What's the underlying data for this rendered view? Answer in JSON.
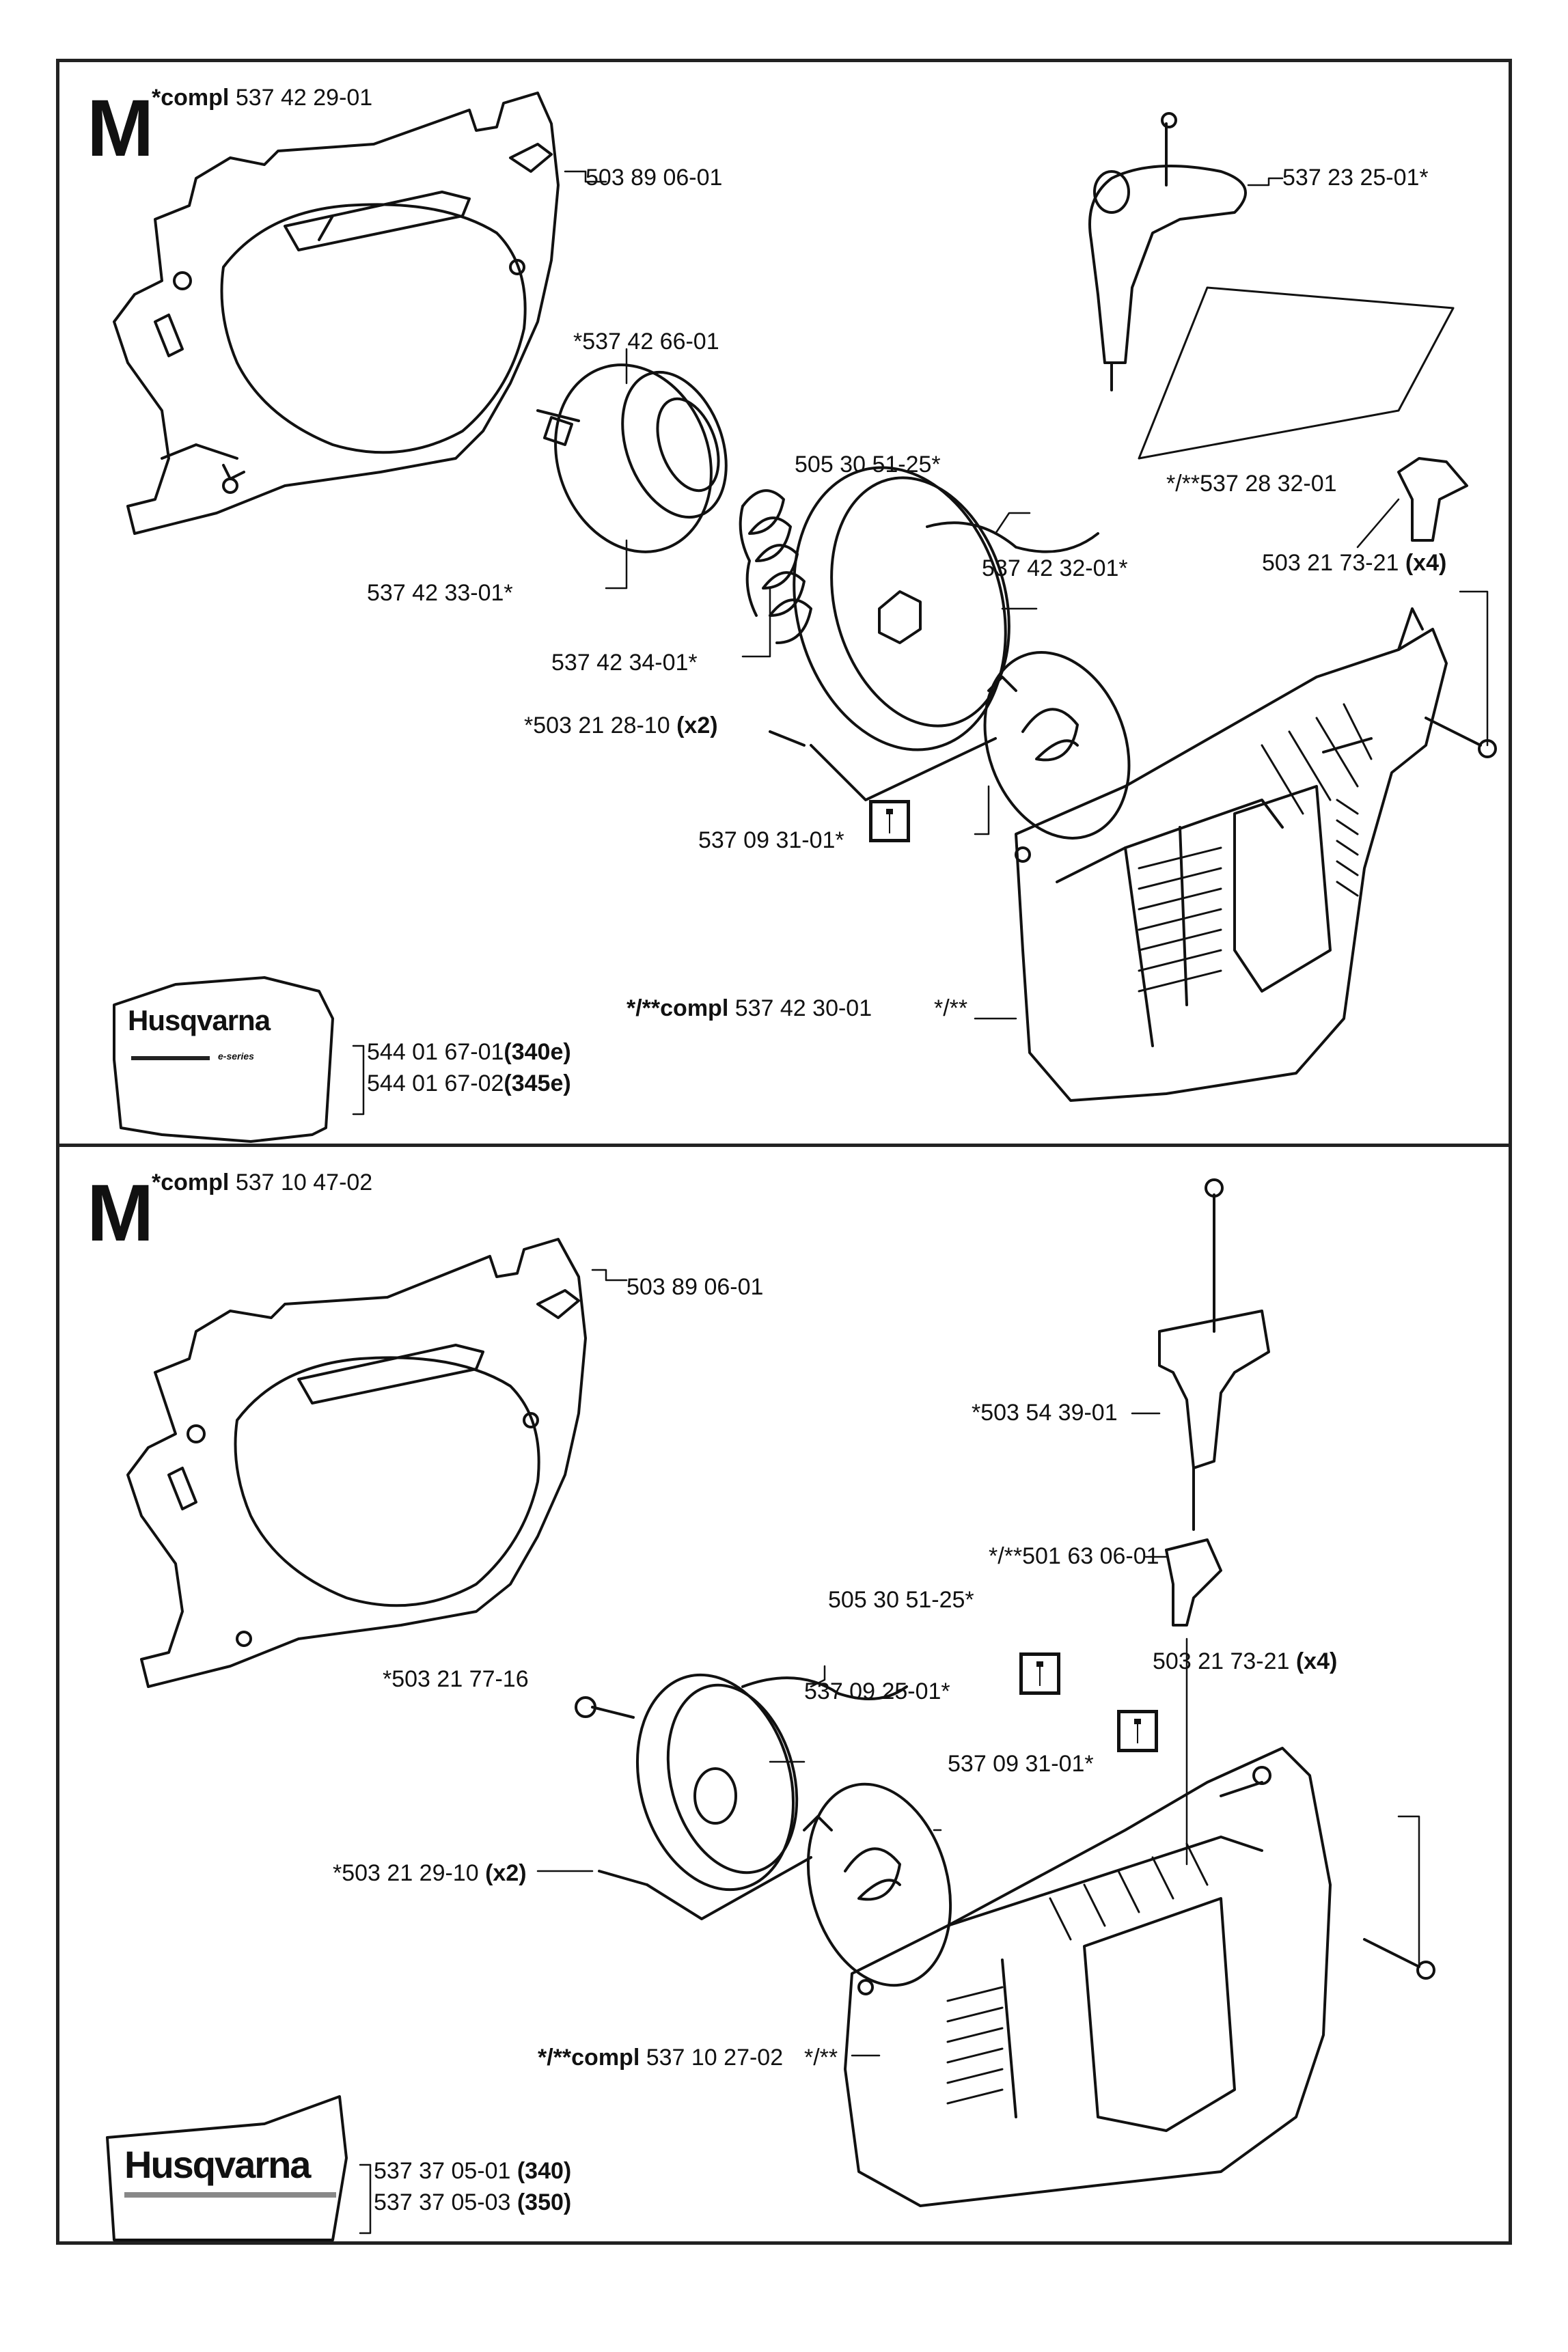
{
  "top": {
    "letter": "M",
    "title_prefix": "*compl",
    "title_number": "537 42 29-01",
    "labels": {
      "frame": "503 89 06-01",
      "handle": "537 23 25-01*",
      "screw_top": "*537 42 66-01",
      "guide": "*/**537 28 32-01",
      "rope": "505 30 51-25*",
      "pulley": "537 42 32-01*",
      "center_screw": "503 21 73-21",
      "center_screw_qty": "(x4)",
      "hub": "537 42 33-01*",
      "spring": "537 42 34-01*",
      "screws_x2": "*503 21 28-10",
      "screws_x2_qty": "(x2)",
      "recoil": "537 09 31-01*",
      "cover_prefix": "*/**compl",
      "cover_number": "537 42 30-01",
      "cover_marker": "*/**",
      "decal_1": "544 01 67-01",
      "decal_1_model": "(340e)",
      "decal_2": "544 01 67-02",
      "decal_2_model": "(345e)"
    },
    "decal": {
      "brand": "Husqvarna",
      "series": "e-series"
    }
  },
  "bottom": {
    "letter": "M",
    "title_prefix": "*compl",
    "title_number": "537 10 47-02",
    "labels": {
      "frame": "503 89 06-01",
      "handle": "*503 54 39-01",
      "guide": "*/**501 63 06-01",
      "rope": "505 30 51-25*",
      "screw_top": "*503 21 77-16",
      "pulley": "537 09 25-01*",
      "center_screw": "503 21 73-21",
      "center_screw_qty": "(x4)",
      "recoil": "537 09 31-01*",
      "screws_x2": "*503 21 29-10",
      "screws_x2_qty": "(x2)",
      "cover_prefix": "*/**compl",
      "cover_number": "537 10 27-02",
      "cover_marker": "*/**",
      "decal_1": "537 37 05-01",
      "decal_1_model": "(340)",
      "decal_2": "537 37 05-03",
      "decal_2_model": "(350)"
    },
    "decal": {
      "brand": "Husqvarna"
    }
  },
  "colors": {
    "line": "#111111",
    "decal_bar_top": "#222222",
    "decal_bar_bottom": "#888888"
  }
}
